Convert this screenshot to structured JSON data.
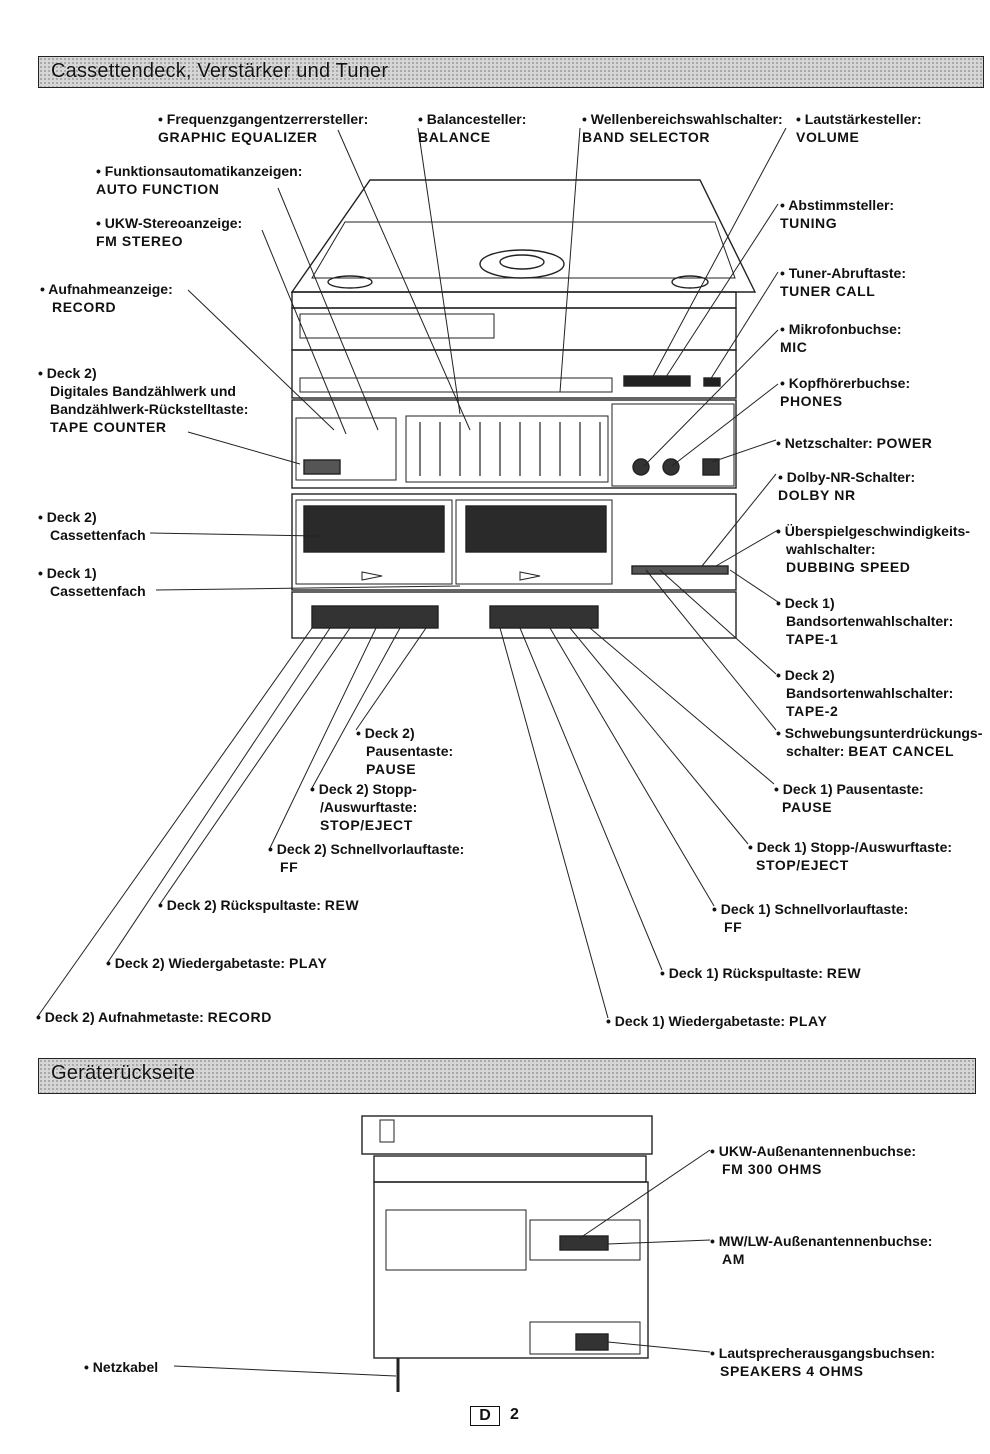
{
  "sections": {
    "front": "Cassettendeck, Verstärker und Tuner",
    "rear": "Geräterückseite"
  },
  "front_labels": {
    "equalizer": {
      "title": "Frequenzgangentzerrersteller:",
      "code": "GRAPHIC EQUALIZER"
    },
    "balance": {
      "title": "Balancesteller:",
      "code": "BALANCE"
    },
    "band": {
      "title": "Wellenbereichswahlschalter:",
      "code": "BAND SELECTOR"
    },
    "volume": {
      "title": "Lautstärkesteller:",
      "code": "VOLUME"
    },
    "auto_function": {
      "title": "Funktionsautomatikanzeigen:",
      "code": "AUTO FUNCTION"
    },
    "fm_stereo": {
      "title": "UKW-Stereoanzeige:",
      "code": "FM STEREO"
    },
    "tuning": {
      "title": "Abstimmsteller:",
      "code": "TUNING"
    },
    "record_ind": {
      "title": "Aufnahmeanzeige:",
      "code": "RECORD"
    },
    "tuner_call": {
      "title": "Tuner-Abruftaste:",
      "code": "TUNER CALL"
    },
    "mic": {
      "title": "Mikrofonbuchse:",
      "code": "MIC"
    },
    "counter": {
      "title1": "Deck 2)",
      "title2": "Digitales Bandzählwerk und",
      "title3": "Bandzählwerk-Rückstelltaste:",
      "code": "TAPE COUNTER"
    },
    "phones": {
      "title": "Kopfhörerbuchse:",
      "code": "PHONES"
    },
    "power": {
      "title": "Netzschalter:",
      "code": "POWER"
    },
    "dolby": {
      "title": "Dolby-NR-Schalter:",
      "code": "DOLBY NR"
    },
    "deck2_holder": {
      "title": "Deck 2)",
      "sub": "Cassettenfach"
    },
    "dubbing": {
      "title1": "Überspielgeschwindigkeits-",
      "title2": "wahlschalter:",
      "code": "DUBBING SPEED"
    },
    "deck1_holder": {
      "title": "Deck 1)",
      "sub": "Cassettenfach"
    },
    "tape1": {
      "title1": "Deck 1)",
      "title2": "Bandsortenwahlschalter:",
      "code": "TAPE-1"
    },
    "tape2": {
      "title1": "Deck 2)",
      "title2": "Bandsortenwahlschalter:",
      "code": "TAPE-2"
    },
    "beat": {
      "title1": "Schwebungsunterdrückungs-",
      "title2": "schalter:",
      "code": "BEAT CANCEL"
    },
    "d2_pause": {
      "title1": "Deck 2)",
      "title2": "Pausentaste:",
      "code": "PAUSE"
    },
    "d1_pause": {
      "title": "Deck 1) Pausentaste:",
      "code": "PAUSE"
    },
    "d2_stop": {
      "title1": "Deck 2) Stopp-",
      "title2": "/Auswurftaste:",
      "code": "STOP/EJECT"
    },
    "d1_stop": {
      "title": "Deck 1) Stopp-/Auswurftaste:",
      "code": "STOP/EJECT"
    },
    "d2_ff": {
      "title": "Deck 2) Schnellvorlauftaste:",
      "code": "FF"
    },
    "d1_ff": {
      "title": "Deck 1) Schnellvorlauftaste:",
      "code": "FF"
    },
    "d2_rew": {
      "title": "Deck 2) Rückspultaste:",
      "code": "REW"
    },
    "d1_rew": {
      "title": "Deck 1) Rückspultaste:",
      "code": "REW"
    },
    "d2_play": {
      "title": "Deck 2) Wiedergabetaste:",
      "code": "PLAY"
    },
    "d1_play": {
      "title": "Deck 1) Wiedergabetaste:",
      "code": "PLAY"
    },
    "d2_rec": {
      "title": "Deck 2) Aufnahmetaste:",
      "code": "RECORD"
    }
  },
  "rear_labels": {
    "fm": {
      "title": "UKW-Außenantennenbuchse:",
      "code": "FM 300 OHMS"
    },
    "am": {
      "title": "MW/LW-Außenantennenbuchse:",
      "code": "AM"
    },
    "speakers": {
      "title": "Lautsprecherausgangsbuchsen:",
      "code": "SPEAKERS 4 OHMS"
    },
    "cord": "Netzkabel"
  },
  "page": {
    "letter": "D",
    "number": "2"
  }
}
